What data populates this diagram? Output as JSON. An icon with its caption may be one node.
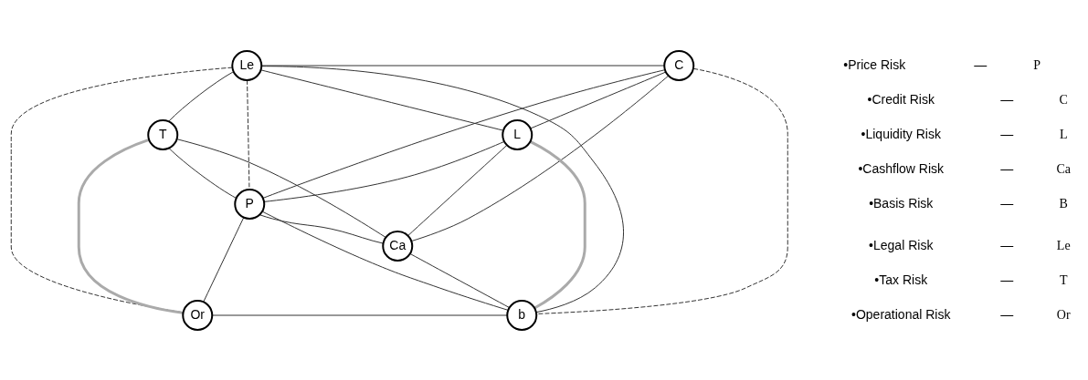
{
  "diagram": {
    "nodes": [
      {
        "text": [
          "Le"
        ]
      },
      {
        "text": [
          "C"
        ]
      },
      {
        "text": [
          "T"
        ]
      },
      {
        "text": [
          "L"
        ]
      },
      {
        "text": [
          "P"
        ]
      },
      {
        "text": [
          "Ca"
        ]
      },
      {
        "text": [
          "Or"
        ]
      },
      {
        "text": [
          "b"
        ]
      }
    ],
    "edges": [
      {
        "from": 0,
        "to": 1,
        "arrow": "none"
      },
      {
        "from": 0,
        "to": 2,
        "arrow": "none"
      },
      {
        "from": 0,
        "to": 3,
        "arrow": "none"
      },
      {
        "from": 0,
        "to": 7,
        "arrow": "none"
      },
      {
        "from": 0,
        "to": 4,
        "arrow": "none",
        "style": "dashed"
      },
      {
        "from": 0,
        "to": 6,
        "arrow": "none",
        "style": "dashed"
      },
      {
        "from": 2,
        "to": 4,
        "arrow": "none"
      },
      {
        "from": 2,
        "to": 5,
        "arrow": "none"
      },
      {
        "from": 2,
        "to": 6,
        "arrow": "none",
        "style": "thick",
        "color": "#aaaaaa"
      },
      {
        "from": 1,
        "to": 4,
        "arrow": "none"
      },
      {
        "from": 1,
        "to": 3,
        "arrow": "none"
      },
      {
        "from": 1,
        "to": 7,
        "arrow": "none",
        "style": "dashed"
      },
      {
        "from": 1,
        "to": 5,
        "arrow": "none"
      },
      {
        "from": 3,
        "to": 4,
        "arrow": "none"
      },
      {
        "from": 3,
        "to": 7,
        "arrow": "none",
        "style": "thick",
        "color": "#aaaaaa"
      },
      {
        "from": 3,
        "to": 5,
        "arrow": "none"
      },
      {
        "from": 4,
        "to": 5,
        "arrow": "none"
      },
      {
        "from": 4,
        "to": 6,
        "arrow": "none"
      },
      {
        "from": 4,
        "to": 7,
        "arrow": "none"
      },
      {
        "from": 6,
        "to": 7,
        "arrow": "none"
      },
      {
        "from": 7,
        "to": 5,
        "arrow": "none"
      }
    ],
    "labels": [
      "•Price Risk",
      "—",
      "P",
      "•Credit Risk",
      "—",
      "C",
      "•Liquidity Risk",
      "—",
      "L",
      "•Cashflow Risk",
      "—",
      "Ca",
      "•Basis Risk",
      "—",
      "B",
      "•Legal Risk",
      "—",
      "Le",
      "•Tax Risk",
      "—",
      "T",
      "•Operational Risk",
      "—",
      "Or"
    ]
  }
}
